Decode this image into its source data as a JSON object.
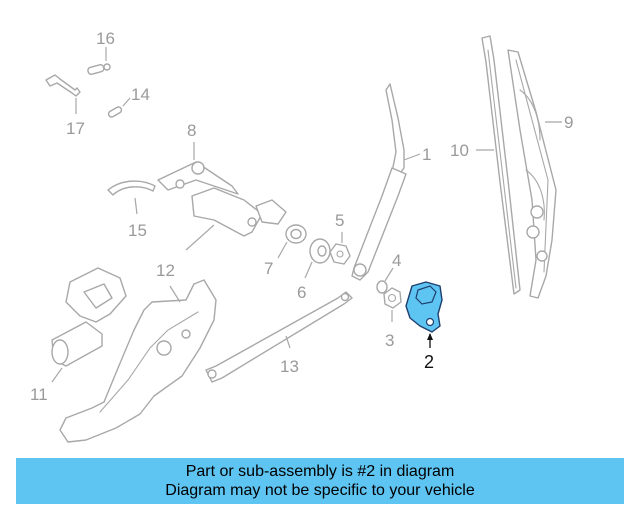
{
  "callouts": {
    "c1": "1",
    "c2": "2",
    "c3": "3",
    "c4": "4",
    "c5": "5",
    "c6": "6",
    "c7": "7",
    "c8": "8",
    "c9": "9",
    "c10": "10",
    "c11": "11",
    "c12": "12",
    "c13": "13",
    "c14": "14",
    "c15": "15",
    "c16": "16",
    "c17": "17"
  },
  "highlighted_part": "2",
  "colors": {
    "highlight_fill": "#5ec4f2",
    "highlight_stroke": "#1f3f6e",
    "line_art": "#a8a8a8",
    "banner": "#5ec4f2"
  },
  "banner": {
    "line1": "Part or sub-assembly is #2 in diagram",
    "line2": "Diagram may not be specific to your vehicle"
  }
}
